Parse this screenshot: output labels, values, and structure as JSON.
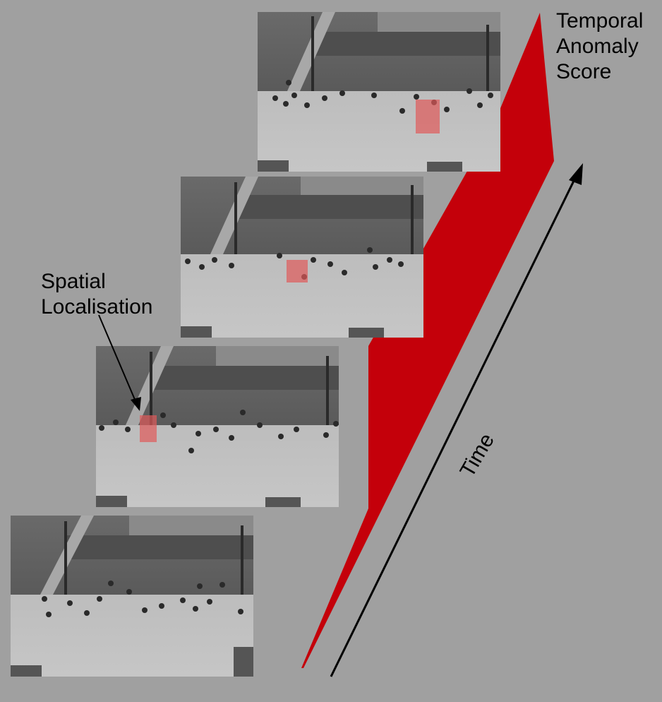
{
  "labels": {
    "spatial": [
      "Spatial",
      "Localisation"
    ],
    "temporal": [
      "Temporal",
      "Anomaly",
      "Score"
    ],
    "time": "Time"
  },
  "frames": [
    {
      "name": "frame-1",
      "anomaly_box": false
    },
    {
      "name": "frame-2",
      "anomaly_box": true
    },
    {
      "name": "frame-3",
      "anomaly_box": true
    },
    {
      "name": "frame-4",
      "anomaly_box": true
    }
  ],
  "colors": {
    "background": "#a0a0a0",
    "score_fill": "#c4000a",
    "highlight": "#e05a5a",
    "arrow": "#000000"
  }
}
